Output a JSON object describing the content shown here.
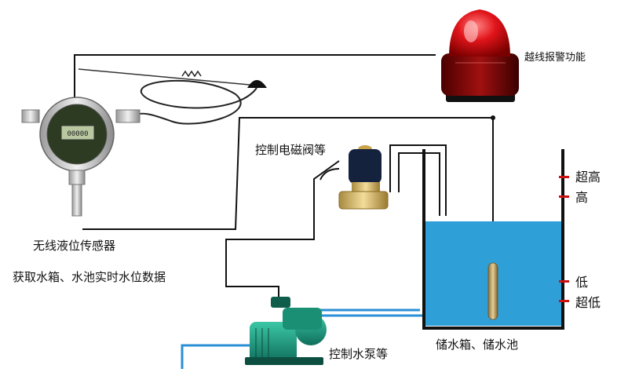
{
  "labels": {
    "alarm": "越线报警功能",
    "valve": "控制电磁阀等",
    "sensor": "无线液位传感器",
    "sensor_desc": "获取水箱、水池实时水位数据",
    "pump": "控制水泵等",
    "tank": "储水箱、储水池"
  },
  "levels": {
    "ultra_high": "超高",
    "high": "高",
    "low": "低",
    "ultra_low": "超低"
  },
  "display_reading": "00000",
  "colors": {
    "water": "#2f9fd8",
    "pipe": "#2a8fd6",
    "wire": "#111111",
    "level_marker": "#cc1111",
    "beacon": "#e0141a"
  }
}
